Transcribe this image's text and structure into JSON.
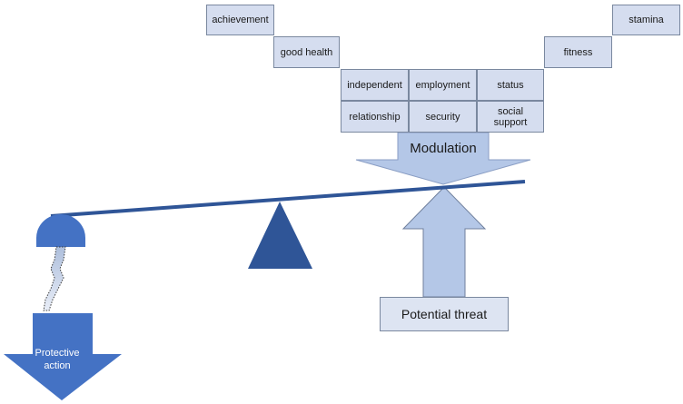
{
  "factors": {
    "achievement": "achievement",
    "good_health": "good health",
    "independent": "independent",
    "employment": "employment",
    "status": "status",
    "relationship": "relationship",
    "security": "security",
    "social_support": "social support",
    "fitness": "fitness",
    "stamina": "stamina"
  },
  "modulation": "Modulation",
  "potential_threat": "Potential threat",
  "protective_action": "Protective action",
  "colors": {
    "box_fill": "#d5ddef",
    "arrow_light": "#b4c7e7",
    "beam": "#2f5597",
    "fulcrum": "#2f5597",
    "protective_arrow": "#4472c4"
  }
}
